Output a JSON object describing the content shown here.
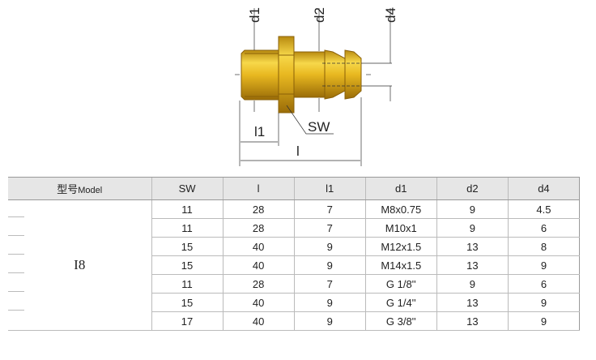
{
  "diagram": {
    "labels": {
      "d1": "d1",
      "d2": "d2",
      "d4": "d4",
      "sw": "SW",
      "l1": "l1",
      "l": "l"
    },
    "colors": {
      "brass": "#e8b820",
      "brass_dark": "#a07010",
      "line": "#333333"
    }
  },
  "table": {
    "headers": {
      "model": "型号",
      "model_en": "Model",
      "sw": "SW",
      "l": "l",
      "l1": "l1",
      "d1": "d1",
      "d2": "d2",
      "d4": "d4"
    },
    "model": "I8",
    "rows": [
      {
        "sw": "11",
        "l": "28",
        "l1": "7",
        "d1": "M8x0.75",
        "d2": "9",
        "d4": "4.5"
      },
      {
        "sw": "11",
        "l": "28",
        "l1": "7",
        "d1": "M10x1",
        "d2": "9",
        "d4": "6"
      },
      {
        "sw": "15",
        "l": "40",
        "l1": "9",
        "d1": "M12x1.5",
        "d2": "13",
        "d4": "8"
      },
      {
        "sw": "15",
        "l": "40",
        "l1": "9",
        "d1": "M14x1.5",
        "d2": "13",
        "d4": "9"
      },
      {
        "sw": "11",
        "l": "28",
        "l1": "7",
        "d1": "G 1/8''",
        "d2": "9",
        "d4": "6"
      },
      {
        "sw": "15",
        "l": "40",
        "l1": "9",
        "d1": "G 1/4''",
        "d2": "13",
        "d4": "9"
      },
      {
        "sw": "17",
        "l": "40",
        "l1": "9",
        "d1": "G 3/8''",
        "d2": "13",
        "d4": "9"
      }
    ]
  }
}
